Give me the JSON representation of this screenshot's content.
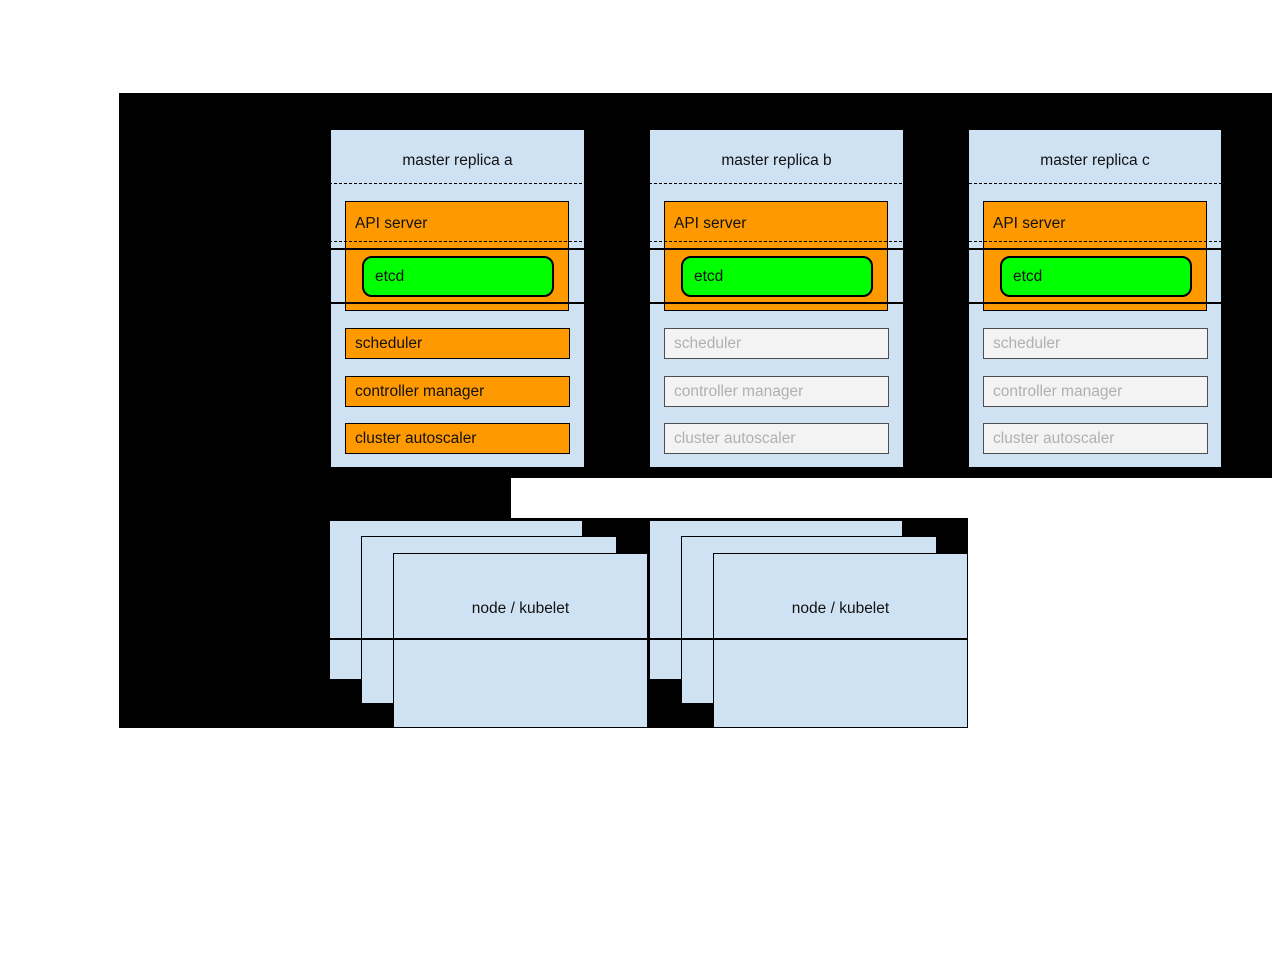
{
  "diagram": {
    "masters": [
      {
        "title": "master replica a",
        "api_server_label": "API server",
        "etcd_label": "etcd",
        "components": [
          {
            "label": "scheduler"
          },
          {
            "label": "controller manager"
          },
          {
            "label": "cluster autoscaler"
          }
        ],
        "components_state": "active"
      },
      {
        "title": "master replica b",
        "api_server_label": "API server",
        "etcd_label": "etcd",
        "components": [
          {
            "label": "scheduler"
          },
          {
            "label": "controller manager"
          },
          {
            "label": "cluster autoscaler"
          }
        ],
        "components_state": "inactive"
      },
      {
        "title": "master replica c",
        "api_server_label": "API server",
        "etcd_label": "etcd",
        "components": [
          {
            "label": "scheduler"
          },
          {
            "label": "controller manager"
          },
          {
            "label": "cluster autoscaler"
          }
        ],
        "components_state": "inactive"
      }
    ],
    "node_groups": [
      {
        "label": "node / kubelet"
      },
      {
        "label": "node / kubelet"
      }
    ],
    "colors": {
      "page_background": "#ffffff",
      "panel_black": "#000000",
      "box_blue": "#cfe2f3",
      "active_orange": "#ff9900",
      "etcd_green": "#00ff00",
      "inactive_fill": "#f3f3f3",
      "inactive_border": "#4d4d4d",
      "inactive_text": "#b0b0b0",
      "line_black": "#000000"
    }
  }
}
